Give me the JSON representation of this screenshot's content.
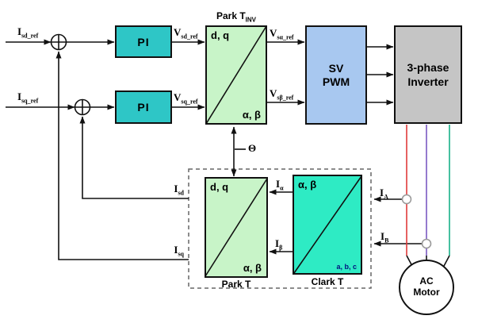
{
  "blocks": {
    "pi1": {
      "label": "PI"
    },
    "pi2": {
      "label": "PI"
    },
    "park_inv": {
      "title_main": "Park T",
      "title_sub": "INV",
      "top_left": "d, q",
      "bottom_right": "α, β"
    },
    "svpwm": {
      "line1": "SV",
      "line2": "PWM"
    },
    "inverter": {
      "line1": "3-phase",
      "line2": "Inverter"
    },
    "park": {
      "top_left": "d, q",
      "bottom_right": "α, β",
      "caption": "Park T"
    },
    "clark": {
      "top_left": "α, β",
      "bottom_right": "a, b, c",
      "caption": "Clark T"
    },
    "motor": {
      "line1": "AC",
      "line2": "Motor"
    }
  },
  "signals": {
    "i_sd_ref": {
      "main": "I",
      "sub": "sd_ref"
    },
    "i_sq_ref": {
      "main": "I",
      "sub": "sq_ref"
    },
    "v_sd_ref": {
      "main": "V",
      "sub": "sd_ref"
    },
    "v_sq_ref": {
      "main": "V",
      "sub": "sq_ref"
    },
    "v_salpha_ref": {
      "main": "V",
      "sub": "sα_ref"
    },
    "v_sbeta_ref": {
      "main": "V",
      "sub": "sβ_ref"
    },
    "theta": {
      "main": "Θ"
    },
    "i_alpha": {
      "main": "I",
      "sub": "α"
    },
    "i_beta": {
      "main": "I",
      "sub": "β"
    },
    "i_a": {
      "main": "I",
      "sub": "A"
    },
    "i_b": {
      "main": "I",
      "sub": "B"
    },
    "i_sd": {
      "main": "I",
      "sub": "sd"
    },
    "i_sq": {
      "main": "I",
      "sub": "sq"
    }
  },
  "colors": {
    "pi_fill": "#2EC6C6",
    "park_fill": "#C8F4C8",
    "clark_fill": "#2EEBC4",
    "svpwm_fill": "#A8C8F0",
    "inverter_fill": "#C5C5C5",
    "wire_red": "#E03A3A",
    "wire_purple": "#7A58C2",
    "wire_green": "#17B189",
    "clark_abc_color": "#00127F"
  }
}
